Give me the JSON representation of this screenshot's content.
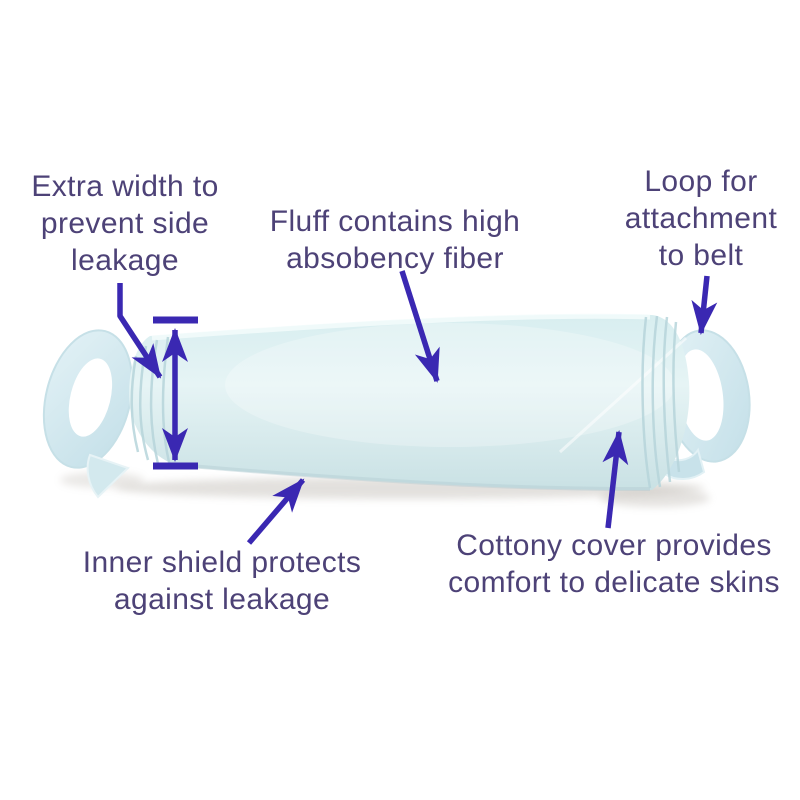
{
  "colors": {
    "label_text": "#4d4277",
    "arrow": "#3a28b2",
    "pad_light": "#e9f6f6",
    "pad_mid": "#d6ebec",
    "pad_dark": "#c6dee1",
    "loop_fill": "#d4eaf0",
    "shadow": "#a39b92",
    "background": "#ffffff"
  },
  "figure": {
    "illustration": "sanitary-pad-with-belt-loops"
  },
  "labels": {
    "extra_width": {
      "lines": [
        "Extra width to",
        "prevent side",
        "leakage"
      ]
    },
    "fluff": {
      "lines": [
        "Fluff contains high",
        "absobency fiber"
      ]
    },
    "loop": {
      "lines": [
        "Loop for",
        "attachment",
        "to belt"
      ]
    },
    "inner_shield": {
      "lines": [
        "Inner shield protects",
        "against leakage"
      ]
    },
    "cottony": {
      "lines": [
        "Cottony cover provides",
        "comfort to delicate skins"
      ]
    }
  }
}
